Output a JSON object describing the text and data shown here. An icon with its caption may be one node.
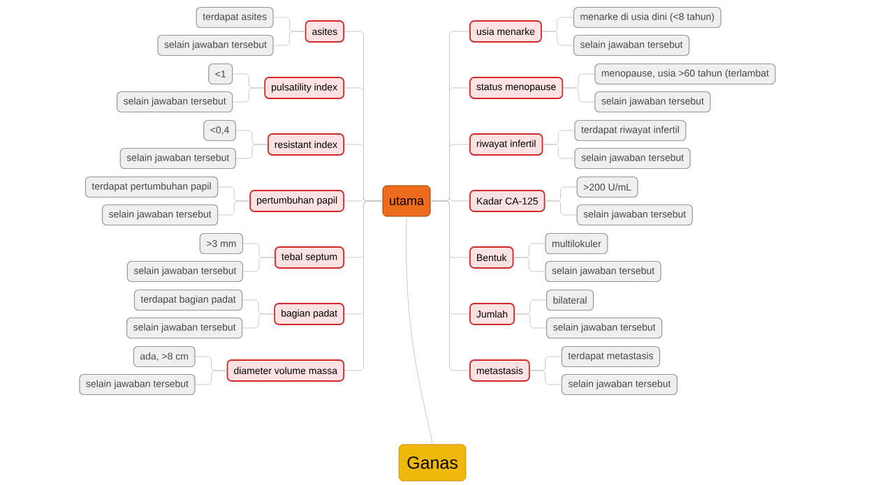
{
  "diagram": {
    "nodes": [
      {
        "text": [
          "utama"
        ]
      },
      {
        "text": [
          "Ganas"
        ]
      },
      {
        "text": [
          "asites"
        ]
      },
      {
        "text": [
          "terdapat asites"
        ]
      },
      {
        "text": [
          "selain jawaban tersebut"
        ]
      },
      {
        "text": [
          "pulsatility index"
        ]
      },
      {
        "text": [
          "<1"
        ]
      },
      {
        "text": [
          "selain jawaban tersebut"
        ]
      },
      {
        "text": [
          "resistant index"
        ]
      },
      {
        "text": [
          "<0,4"
        ]
      },
      {
        "text": [
          "selain jawaban tersebut"
        ]
      },
      {
        "text": [
          "pertumbuhan papil"
        ]
      },
      {
        "text": [
          "terdapat pertumbuhan papil"
        ]
      },
      {
        "text": [
          "selain jawaban tersebut"
        ]
      },
      {
        "text": [
          "tebal septum"
        ]
      },
      {
        "text": [
          ">3 mm"
        ]
      },
      {
        "text": [
          "selain jawaban tersebut"
        ]
      },
      {
        "text": [
          "bagian padat"
        ]
      },
      {
        "text": [
          "terdapat bagian padat"
        ]
      },
      {
        "text": [
          "selain jawaban tersebut"
        ]
      },
      {
        "text": [
          "diameter volume massa"
        ]
      },
      {
        "text": [
          "ada, >8 cm"
        ]
      },
      {
        "text": [
          "selain jawaban tersebut"
        ]
      },
      {
        "text": [
          "usia menarke"
        ]
      },
      {
        "text": [
          "menarke di usia dini (<8 tahun)"
        ]
      },
      {
        "text": [
          "selain jawaban tersebut"
        ]
      },
      {
        "text": [
          "status menopause"
        ]
      },
      {
        "text": [
          "menopause, usia >60 tahun (terlambat"
        ]
      },
      {
        "text": [
          "selain jawaban tersebut"
        ]
      },
      {
        "text": [
          "riwayat infertil"
        ]
      },
      {
        "text": [
          "terdapat riwayat infertil"
        ]
      },
      {
        "text": [
          "selain jawaban tersebut"
        ]
      },
      {
        "text": [
          "Kadar CA-125"
        ]
      },
      {
        "text": [
          ">200 U/mL"
        ]
      },
      {
        "text": [
          "selain jawaban tersebut"
        ]
      },
      {
        "text": [
          "Bentuk"
        ]
      },
      {
        "text": [
          "multilokuler"
        ]
      },
      {
        "text": [
          "selain jawaban tersebut"
        ]
      },
      {
        "text": [
          "Jumlah"
        ]
      },
      {
        "text": [
          "bilateral"
        ]
      },
      {
        "text": [
          "selain jawaban tersebut"
        ]
      },
      {
        "text": [
          "metastasis"
        ]
      },
      {
        "text": [
          "terdapat metastasis"
        ]
      },
      {
        "text": [
          "selain jawaban tersebut"
        ]
      }
    ],
    "edges": [
      {
        "from": 0,
        "to": 1,
        "arrow": "none"
      },
      {
        "from": 0,
        "to": 2,
        "arrow": "none"
      },
      {
        "from": 2,
        "to": 3,
        "arrow": "none"
      },
      {
        "from": 2,
        "to": 4,
        "arrow": "none"
      },
      {
        "from": 0,
        "to": 5,
        "arrow": "none"
      },
      {
        "from": 5,
        "to": 6,
        "arrow": "none"
      },
      {
        "from": 5,
        "to": 7,
        "arrow": "none"
      },
      {
        "from": 0,
        "to": 8,
        "arrow": "none"
      },
      {
        "from": 8,
        "to": 9,
        "arrow": "none"
      },
      {
        "from": 8,
        "to": 10,
        "arrow": "none"
      },
      {
        "from": 0,
        "to": 11,
        "arrow": "none"
      },
      {
        "from": 11,
        "to": 12,
        "arrow": "none"
      },
      {
        "from": 11,
        "to": 13,
        "arrow": "none"
      },
      {
        "from": 0,
        "to": 14,
        "arrow": "none"
      },
      {
        "from": 14,
        "to": 15,
        "arrow": "none"
      },
      {
        "from": 14,
        "to": 16,
        "arrow": "none"
      },
      {
        "from": 0,
        "to": 17,
        "arrow": "none"
      },
      {
        "from": 17,
        "to": 18,
        "arrow": "none"
      },
      {
        "from": 17,
        "to": 19,
        "arrow": "none"
      },
      {
        "from": 0,
        "to": 20,
        "arrow": "none"
      },
      {
        "from": 20,
        "to": 21,
        "arrow": "none"
      },
      {
        "from": 20,
        "to": 22,
        "arrow": "none"
      },
      {
        "from": 0,
        "to": 23,
        "arrow": "none"
      },
      {
        "from": 23,
        "to": 24,
        "arrow": "none"
      },
      {
        "from": 23,
        "to": 25,
        "arrow": "none"
      },
      {
        "from": 0,
        "to": 26,
        "arrow": "none"
      },
      {
        "from": 26,
        "to": 27,
        "arrow": "none"
      },
      {
        "from": 26,
        "to": 28,
        "arrow": "none"
      },
      {
        "from": 0,
        "to": 29,
        "arrow": "none"
      },
      {
        "from": 29,
        "to": 30,
        "arrow": "none"
      },
      {
        "from": 29,
        "to": 31,
        "arrow": "none"
      },
      {
        "from": 0,
        "to": 32,
        "arrow": "none"
      },
      {
        "from": 32,
        "to": 33,
        "arrow": "none"
      },
      {
        "from": 32,
        "to": 34,
        "arrow": "none"
      },
      {
        "from": 0,
        "to": 35,
        "arrow": "none"
      },
      {
        "from": 35,
        "to": 36,
        "arrow": "none"
      },
      {
        "from": 35,
        "to": 37,
        "arrow": "none"
      },
      {
        "from": 0,
        "to": 38,
        "arrow": "none"
      },
      {
        "from": 38,
        "to": 39,
        "arrow": "none"
      },
      {
        "from": 38,
        "to": 40,
        "arrow": "none"
      },
      {
        "from": 0,
        "to": 41,
        "arrow": "none"
      },
      {
        "from": 41,
        "to": 42,
        "arrow": "none"
      },
      {
        "from": 41,
        "to": 43,
        "arrow": "none"
      }
    ]
  }
}
